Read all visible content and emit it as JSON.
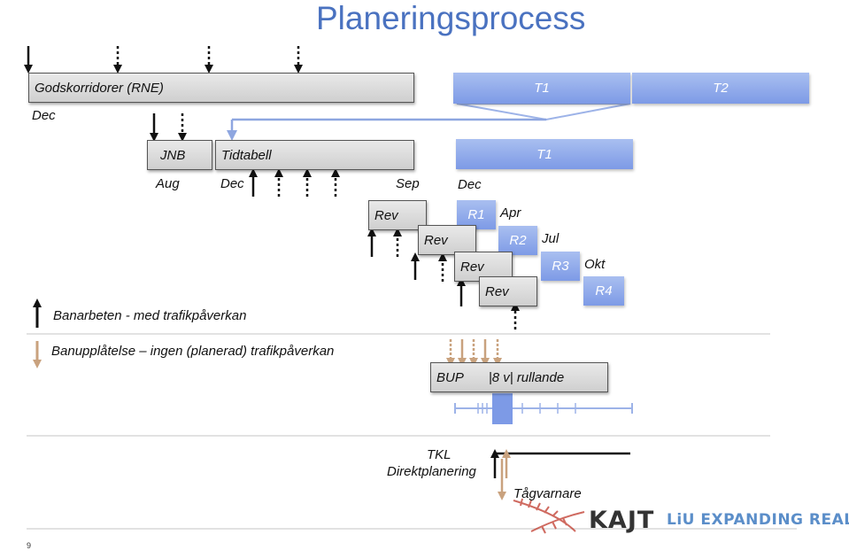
{
  "title": "Planeringsprocess",
  "page_number": "9",
  "godskorridorer": {
    "label": "Godskorridorer (RNE)",
    "dec": "Dec"
  },
  "timeline_top": {
    "t1": "T1",
    "t2": "T2"
  },
  "jnb": {
    "label": "JNB"
  },
  "tidtabell": {
    "label": "Tidtabell",
    "t1": "T1"
  },
  "month_row": {
    "aug": "Aug",
    "dec1": "Dec",
    "sep": "Sep",
    "dec2": "Dec"
  },
  "revisions": [
    {
      "rev": "Rev",
      "r": "R1",
      "month": "Apr"
    },
    {
      "rev": "Rev",
      "r": "R2",
      "month": "Jul"
    },
    {
      "rev": "Rev",
      "r": "R3",
      "month": "Okt"
    },
    {
      "rev": "Rev",
      "r": "R4",
      "month": ""
    }
  ],
  "legend": {
    "banarbeten": "Banarbeten - med trafikpåverkan",
    "banupplatelse": "Banupplåtelse – ingen (planerad) trafikpåverkan",
    "banarbeten_color": "#111111",
    "banupplatelse_color": "#c9a27e"
  },
  "bup": {
    "label": "BUP",
    "rolling": "|8 v| rullande"
  },
  "tkl": {
    "line1": "TKL",
    "line2": "Direktplanering"
  },
  "tagvarnare": "Tågvarnare",
  "logos": {
    "kajt": "KAJT",
    "liu": "LiU EXPANDING REALITY"
  },
  "colors": {
    "accent_blue": "#7d9ae6",
    "title_blue": "#4a72c0",
    "gray_box": "#d9d9d9"
  }
}
